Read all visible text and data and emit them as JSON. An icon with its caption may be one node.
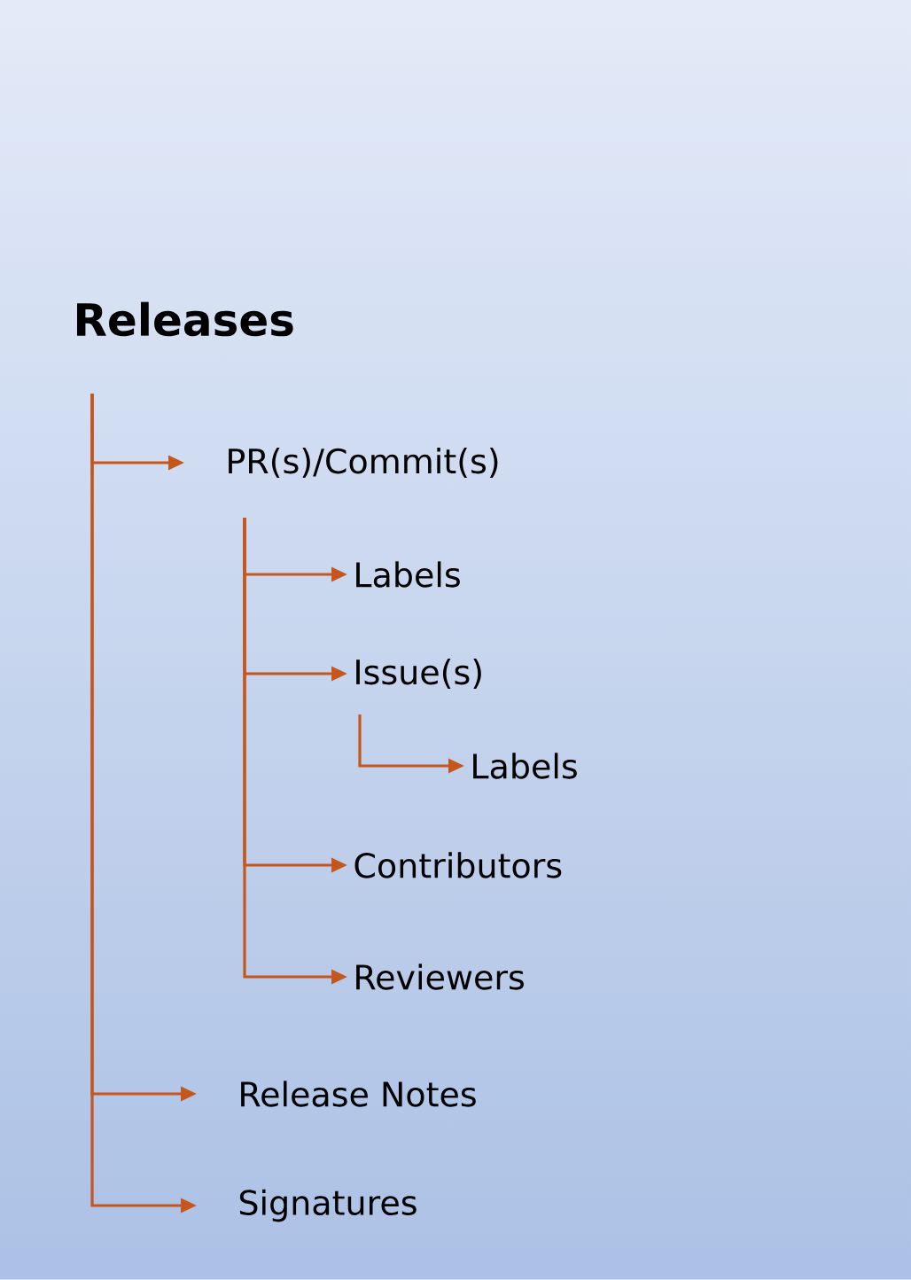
{
  "diagram": {
    "nodes": [
      {
        "text": [
          "Releases"
        ]
      },
      {
        "text": [
          "PR(s)/Commit(s)"
        ]
      },
      {
        "text": [
          "Labels"
        ]
      },
      {
        "text": [
          "Issue(s)"
        ]
      },
      {
        "text": [
          "Labels"
        ]
      },
      {
        "text": [
          "Contributors"
        ]
      },
      {
        "text": [
          "Reviewers"
        ]
      },
      {
        "text": [
          "Release Notes"
        ]
      },
      {
        "text": [
          "Signatures"
        ]
      }
    ],
    "edges": [
      {
        "from": 0,
        "to": 1,
        "arrow": "to"
      },
      {
        "from": 1,
        "to": 2,
        "arrow": "to"
      },
      {
        "from": 1,
        "to": 3,
        "arrow": "to"
      },
      {
        "from": 3,
        "to": 4,
        "arrow": "to"
      },
      {
        "from": 1,
        "to": 5,
        "arrow": "to"
      },
      {
        "from": 1,
        "to": 6,
        "arrow": "to"
      },
      {
        "from": 0,
        "to": 7,
        "arrow": "to"
      },
      {
        "from": 0,
        "to": 8,
        "arrow": "to"
      }
    ]
  }
}
